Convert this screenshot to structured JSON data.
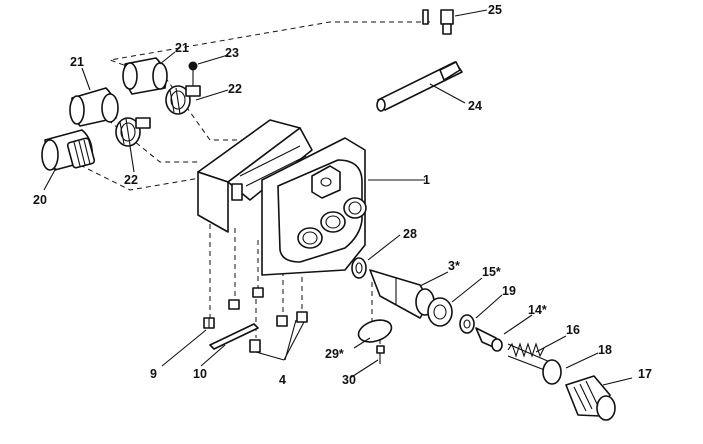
{
  "diagram": {
    "callouts": {
      "c1": "1",
      "c3": "3*",
      "c4": "4",
      "c9": "9",
      "c10": "10",
      "c14": "14*",
      "c15": "15*",
      "c16": "16",
      "c17": "17",
      "c18": "18",
      "c19": "19",
      "c20": "20",
      "c21a": "21",
      "c21b": "21",
      "c22a": "22",
      "c22b": "22",
      "c23": "23",
      "c24": "24",
      "c25": "25",
      "c28": "28",
      "c29": "29*",
      "c30": "30"
    }
  }
}
